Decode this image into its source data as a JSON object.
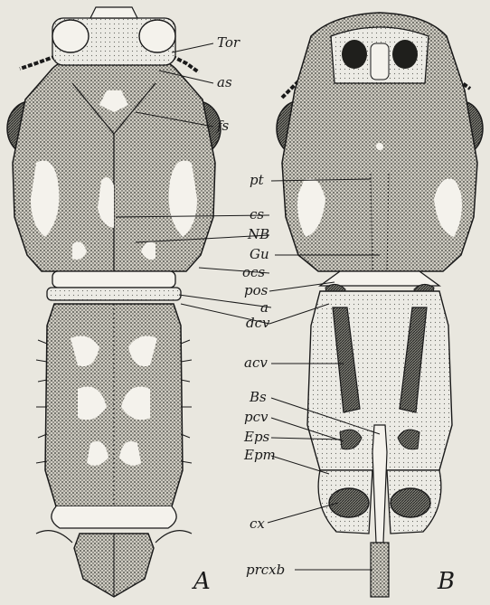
{
  "labels": {
    "tor": "Tor",
    "as": "as",
    "fs": "fs",
    "pt": "pt",
    "cs": "cs",
    "nb": "NB",
    "gu": "Gu",
    "ocs": "ocs",
    "pos": "pos",
    "a": "a",
    "dcv": "dcv",
    "acv": "acv",
    "bs": "Bs",
    "pcv": "pcv",
    "eps": "Eps",
    "epm": "Epm",
    "cx": "cx",
    "prcxb": "prcxb"
  },
  "panels": {
    "left": "A",
    "right": "B"
  },
  "colors": {
    "background": "#e9e7df",
    "ink": "#1a1a1a",
    "stipple": "#4a4a46",
    "pale": "#f4f2ec"
  }
}
